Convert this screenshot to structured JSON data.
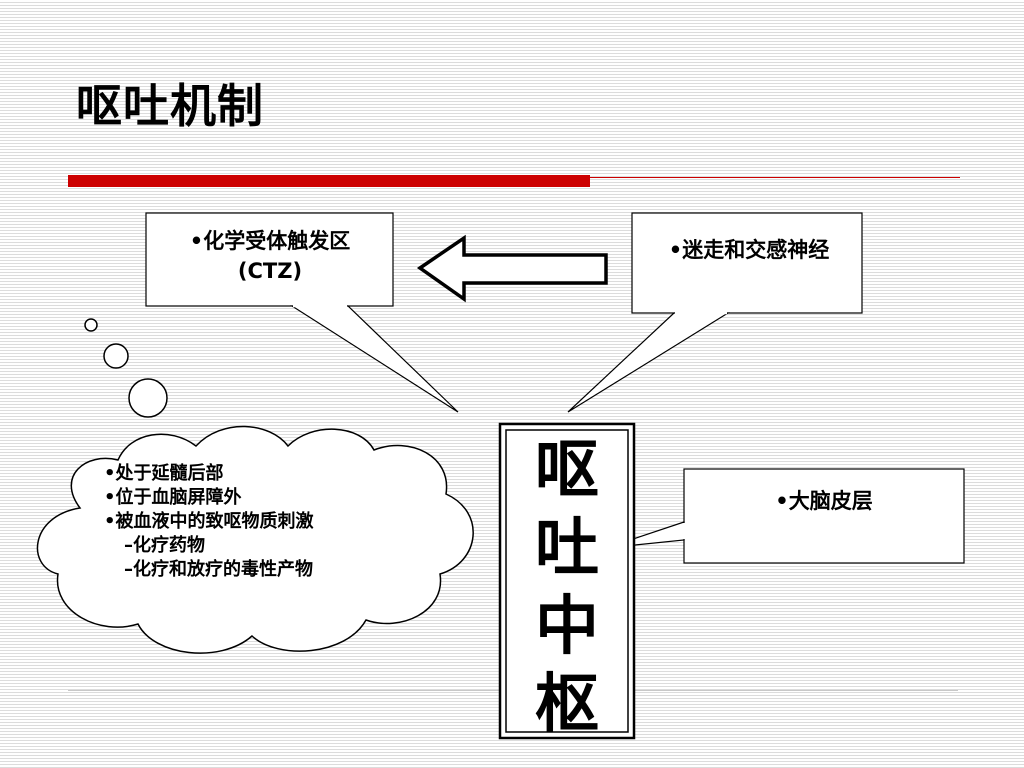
{
  "title": "呕吐机制",
  "boxes": {
    "ctz": {
      "line1": "•化学受体触发区",
      "line2": "(CTZ)"
    },
    "vagus": "•迷走和交感神经",
    "cortex": "•大脑皮层"
  },
  "center": {
    "chars": [
      "呕",
      "吐",
      "中",
      "枢"
    ]
  },
  "cloud": {
    "bullets": [
      "•处于延髓后部",
      "•位于血脑屏障外",
      "•被血液中的致呕物质刺激"
    ],
    "subs": [
      "–化疗药物",
      "–化疗和放疗的毒性产物"
    ]
  },
  "colors": {
    "accent": "#cc0000"
  },
  "icons": {
    "arrow": "left-arrow-icon"
  }
}
